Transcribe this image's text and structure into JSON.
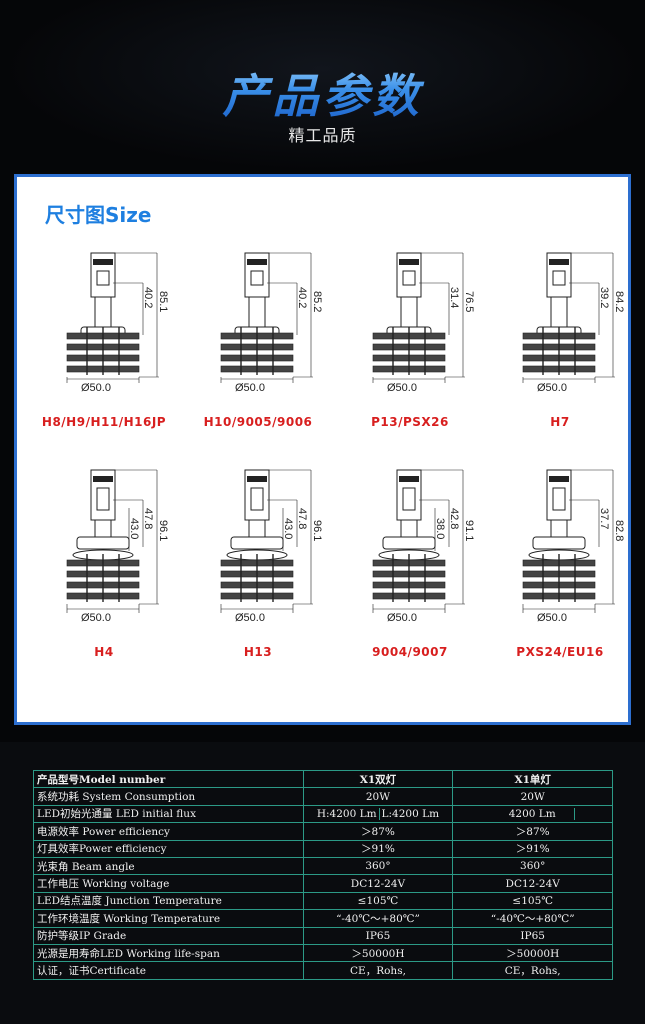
{
  "header": {
    "title": "产品参数",
    "subtitle": "精工品质"
  },
  "size": {
    "title": "尺寸图Size",
    "bulbs": [
      {
        "label": "H8/H9/H11/H16JP",
        "total": "85.1",
        "upper": "40.2",
        "dia": "Ø50.0"
      },
      {
        "label": "H10/9005/9006",
        "total": "85.2",
        "upper": "40.2",
        "dia": "Ø50.0"
      },
      {
        "label": "P13/PSX26",
        "total": "76.5",
        "upper": "31.4",
        "dia": "Ø50.0"
      },
      {
        "label": "H7",
        "total": "84.2",
        "upper": "39.2",
        "dia": "Ø50.0"
      },
      {
        "label": "H4",
        "total": "96.1",
        "upper": "47.8",
        "upper2": "43.0",
        "dia": "Ø50.0"
      },
      {
        "label": "H13",
        "total": "96.1",
        "upper": "47.8",
        "upper2": "43.0",
        "dia": "Ø50.0"
      },
      {
        "label": "9004/9007",
        "total": "91.1",
        "upper": "42.8",
        "upper2": "38.0",
        "dia": "Ø50.0"
      },
      {
        "label": "PXS24/EU16",
        "total": "82.8",
        "upper": "37.7",
        "dia": "Ø50.0"
      }
    ]
  },
  "table": {
    "header": {
      "label": "产品型号Model number",
      "v1": "X1双灯",
      "v2": "X1单灯"
    },
    "rows": [
      {
        "label": "系统功耗 System Consumption",
        "v1": "20W",
        "v2": "20W"
      },
      {
        "label": "LED初始光通量 LED initial flux",
        "v1a": "H:4200 Lm",
        "v1b": "L:4200 Lm",
        "v2": "4200 Lm"
      },
      {
        "label": "电源效率 Power efficiency",
        "v1": "＞87%",
        "v2": "＞87%"
      },
      {
        "label": "灯具效率Power efficiency",
        "v1": "＞91%",
        "v2": "＞91%"
      },
      {
        "label": "光束角 Beam angle",
        "v1": "360°",
        "v2": "360°"
      },
      {
        "label": "工作电压 Working voltage",
        "v1": "DC12-24V",
        "v2": "DC12-24V"
      },
      {
        "label": "LED结点温度 Junction Temperature",
        "v1": "≤105℃",
        "v2": "≤105℃"
      },
      {
        "label": "工作环境温度 Working Temperature",
        "v1": "“-40℃～+80℃”",
        "v2": "“-40℃～+80℃”"
      },
      {
        "label": "防护等级IP Grade",
        "v1": "IP65",
        "v2": "IP65"
      },
      {
        "label": "光源是用寿命LED Working life-span",
        "v1": "＞50000H",
        "v2": "＞50000H"
      },
      {
        "label": "认证，证书Certificate",
        "v1": "CE，Rohs,",
        "v2": "CE，Rohs,"
      }
    ]
  },
  "colors": {
    "accent": "#1e7fe0",
    "label_red": "#d81f1f",
    "table_border": "#2c9a86"
  }
}
